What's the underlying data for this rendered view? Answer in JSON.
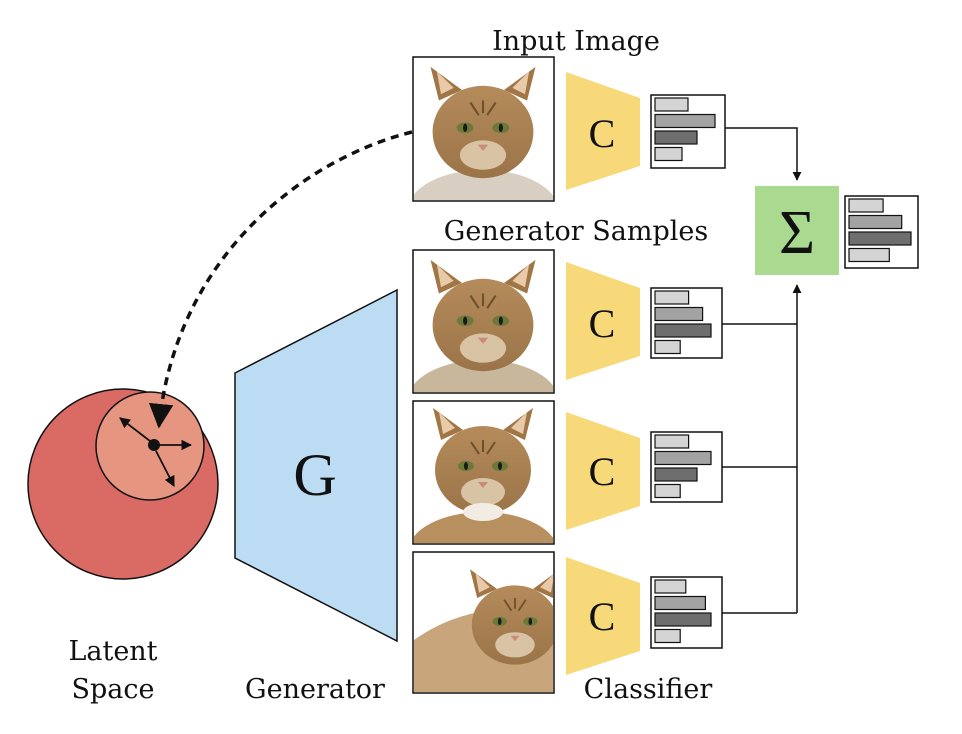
{
  "labels": {
    "input_image": "Input Image",
    "generator_samples": "Generator Samples",
    "latent_space_line1": "Latent",
    "latent_space_line2": "Space",
    "generator": "Generator",
    "classifier": "Classifier"
  },
  "symbols": {
    "generator": "G",
    "classifier": "C",
    "sum": "Σ"
  },
  "colors": {
    "latent_outer": "#d96a64",
    "latent_inner": "#e59580",
    "generator_fill": "#bcdcf3",
    "classifier_fill": "#f8d97a",
    "sum_fill": "#a9da8f",
    "bar_light": "#d4d4d4",
    "bar_mid": "#a3a3a3",
    "bar_dark": "#6e6e6e",
    "cat_fur": "#a57c4e",
    "cat_background": "#ffffff"
  },
  "histograms": [
    {
      "source": "input",
      "bars": [
        0.55,
        1.0,
        0.7,
        0.45
      ]
    },
    {
      "source": "sample-1",
      "bars": [
        0.6,
        0.85,
        1.0,
        0.45
      ]
    },
    {
      "source": "sample-2",
      "bars": [
        0.6,
        1.0,
        0.75,
        0.45
      ]
    },
    {
      "source": "sample-3",
      "bars": [
        0.55,
        0.9,
        1.0,
        0.45
      ]
    },
    {
      "source": "sum",
      "bars": [
        0.55,
        0.85,
        1.0,
        0.65
      ]
    }
  ]
}
